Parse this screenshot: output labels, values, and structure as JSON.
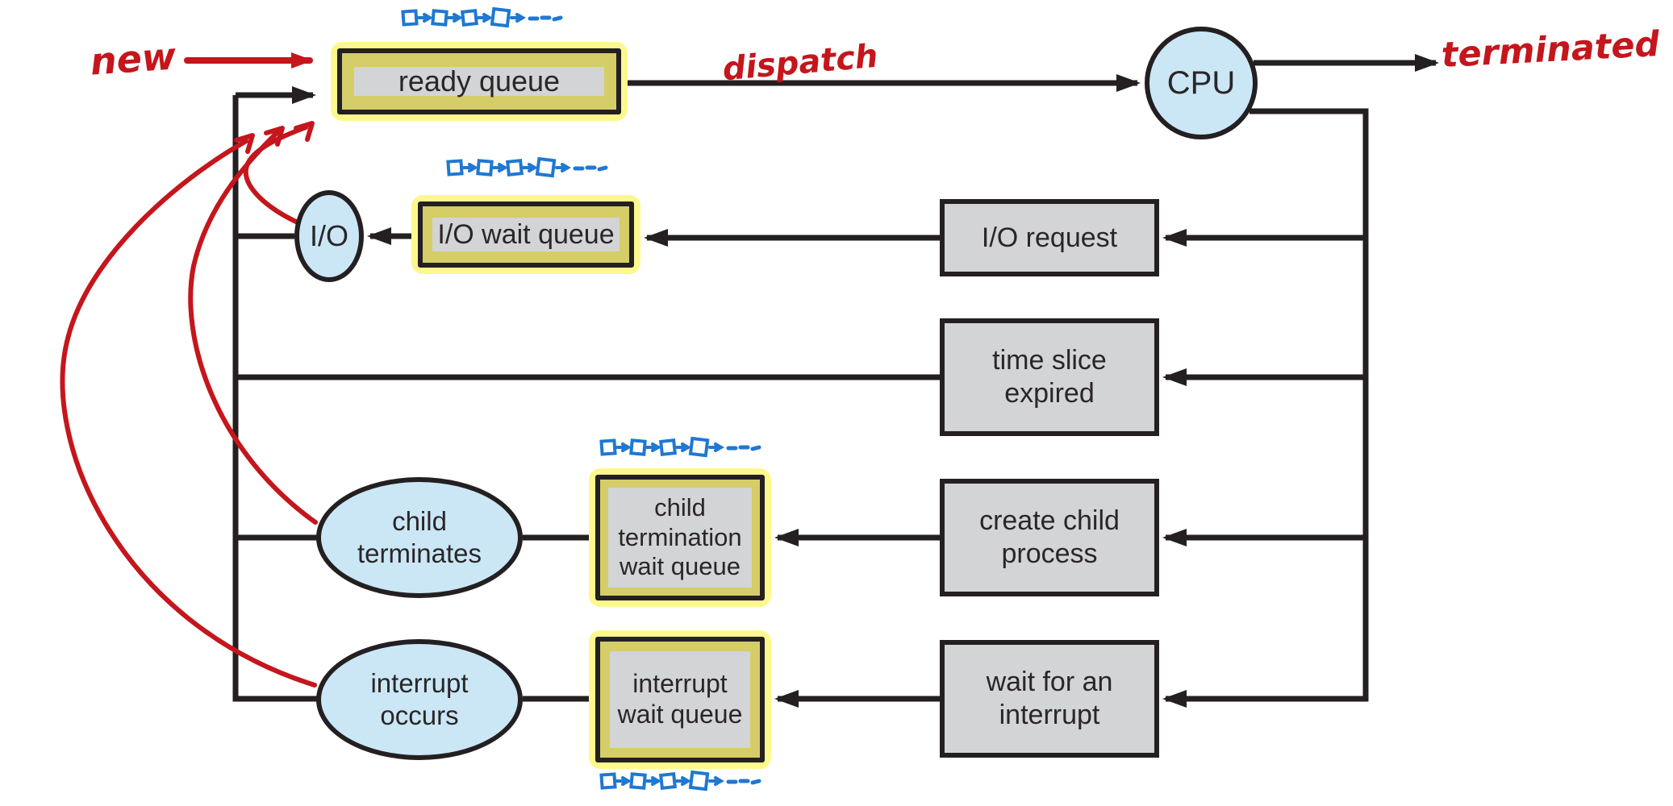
{
  "annotations": {
    "new": "new",
    "dispatch": "dispatch",
    "terminated": "terminated"
  },
  "nodes": {
    "ready_queue": {
      "label": "ready queue"
    },
    "cpu": {
      "label": "CPU"
    },
    "io": {
      "label": "I/O"
    },
    "io_wait_queue": {
      "label": "I/O wait queue"
    },
    "io_request": {
      "label": "I/O request"
    },
    "time_slice_expired": {
      "line1": "time slice",
      "line2": "expired"
    },
    "child_terminates": {
      "line1": "child",
      "line2": "terminates"
    },
    "child_termination_wait_queue": {
      "line1": "child",
      "line2": "termination",
      "line3": "wait queue"
    },
    "create_child_process": {
      "line1": "create child",
      "line2": "process"
    },
    "interrupt_occurs": {
      "line1": "interrupt",
      "line2": "occurs"
    },
    "interrupt_wait_queue": {
      "line1": "interrupt",
      "line2": "wait queue"
    },
    "wait_for_an_interrupt": {
      "line1": "wait for an",
      "line2": "interrupt"
    }
  },
  "icons": {
    "process_queue_chain": "process-queue-chain (hand-drawn squares linked by arrows, trailing ellipsis)"
  },
  "colors": {
    "highlight_glow": "#fcf88e",
    "highlight_fill": "#d5cd68",
    "box_fill": "#d3d4d6",
    "node_fill": "#cbe7f6",
    "annotation_red": "#c4161c",
    "chain_blue": "#1f78d1",
    "line_black": "#241f21"
  }
}
